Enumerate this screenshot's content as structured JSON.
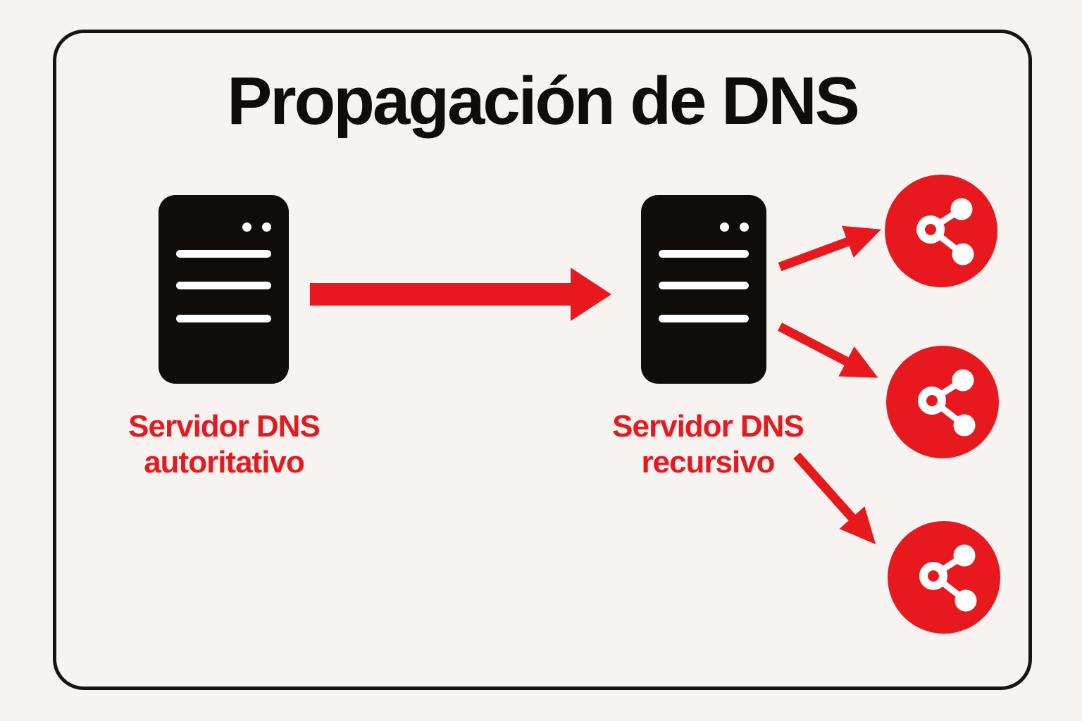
{
  "title": "Propagación de DNS",
  "colors": {
    "red": "#e8191e",
    "black": "#0f0c0a",
    "background": "#f6f3f1",
    "border": "#141414"
  },
  "servers": {
    "authoritative": {
      "icon": "server-icon",
      "label": [
        "Servidor DNS",
        "autoritativo"
      ]
    },
    "recursive": {
      "icon": "server-icon",
      "label": [
        "Servidor DNS",
        "recursivo"
      ]
    }
  },
  "clients": [
    {
      "icon": "share-icon"
    },
    {
      "icon": "share-icon"
    },
    {
      "icon": "share-icon"
    }
  ],
  "arrows": {
    "main_count": 1,
    "fanout_count": 3
  }
}
